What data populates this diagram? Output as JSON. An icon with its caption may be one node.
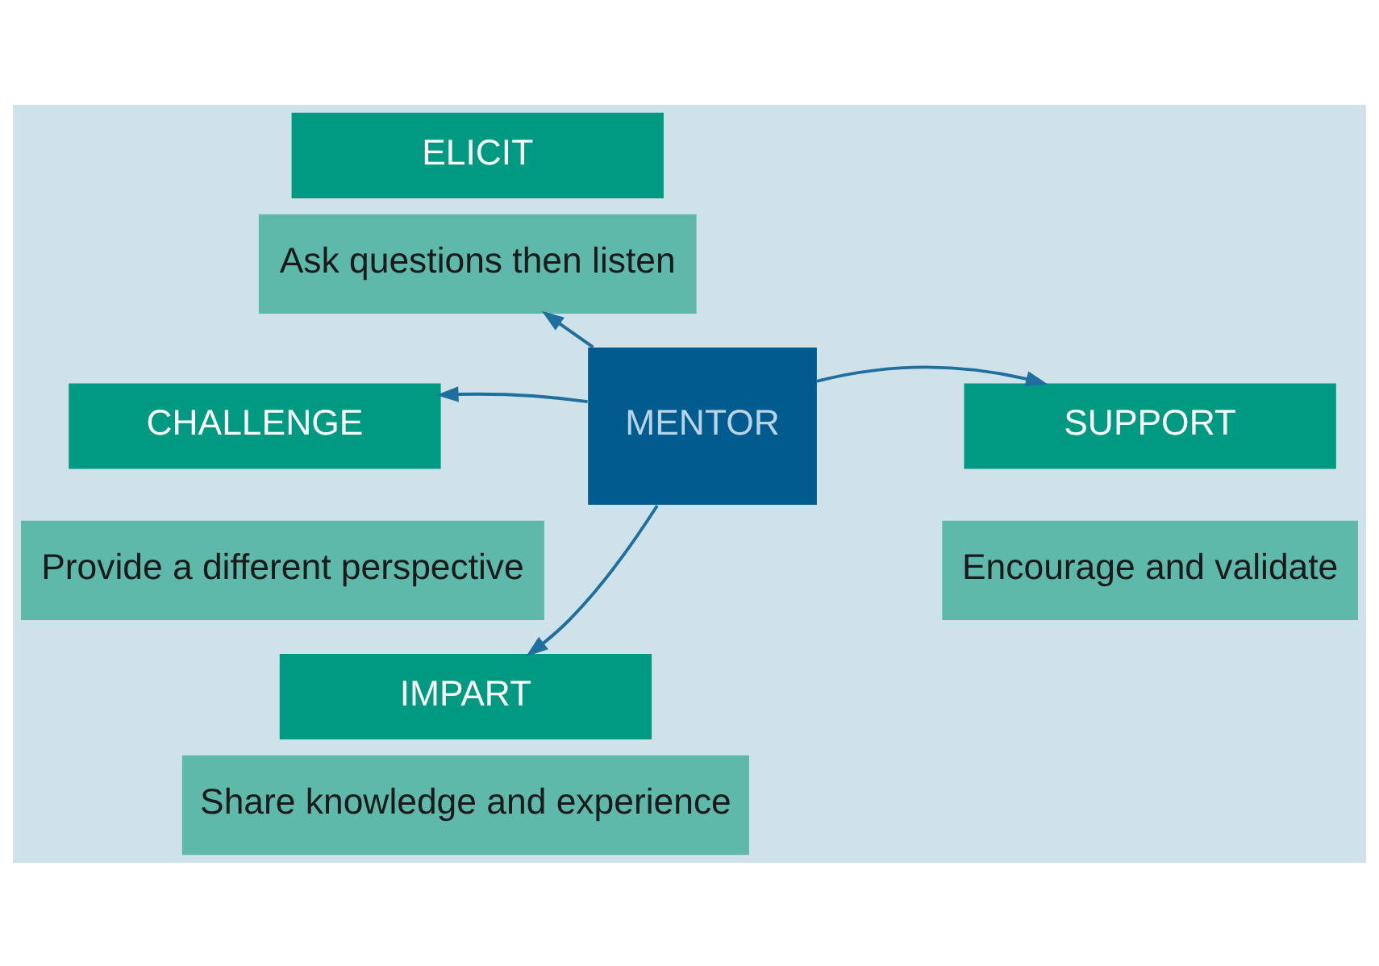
{
  "diagram": {
    "nodes": [
      {
        "text": [
          "ELICIT"
        ]
      },
      {
        "text": [
          "Ask questions then listen"
        ]
      },
      {
        "text": [
          "CHALLENGE"
        ]
      },
      {
        "text": [
          "Provide a different perspective"
        ]
      },
      {
        "text": [
          "MENTOR"
        ]
      },
      {
        "text": [
          "SUPPORT"
        ]
      },
      {
        "text": [
          "Encourage and validate"
        ]
      },
      {
        "text": [
          "IMPART"
        ]
      },
      {
        "text": [
          "Share knowledge and experience"
        ]
      }
    ],
    "edges": [
      {
        "from": 4,
        "to": 1,
        "arrow": "to"
      },
      {
        "from": 4,
        "to": 2,
        "arrow": "to"
      },
      {
        "from": 4,
        "to": 5,
        "arrow": "to"
      },
      {
        "from": 4,
        "to": 7,
        "arrow": "to"
      }
    ]
  }
}
